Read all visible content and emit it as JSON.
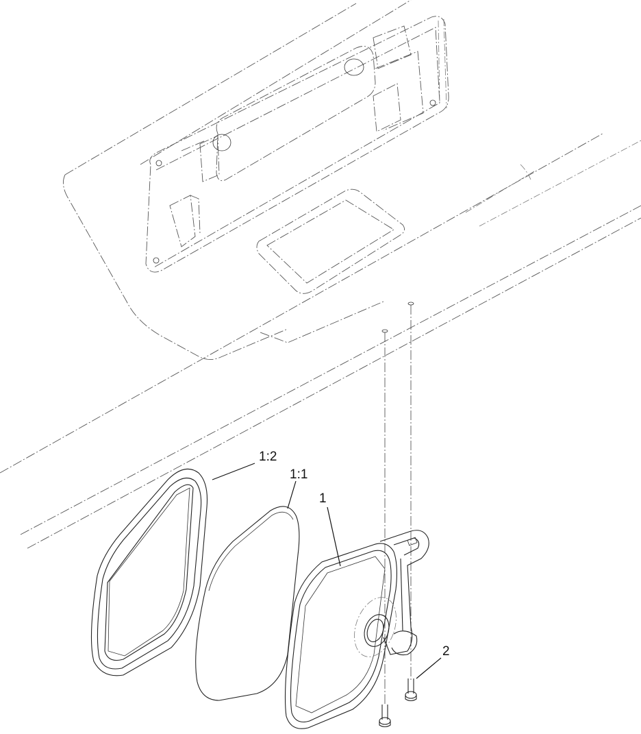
{
  "callouts": {
    "frame": "1:2",
    "glass": "1:1",
    "mirror": "1",
    "screw": "2"
  }
}
